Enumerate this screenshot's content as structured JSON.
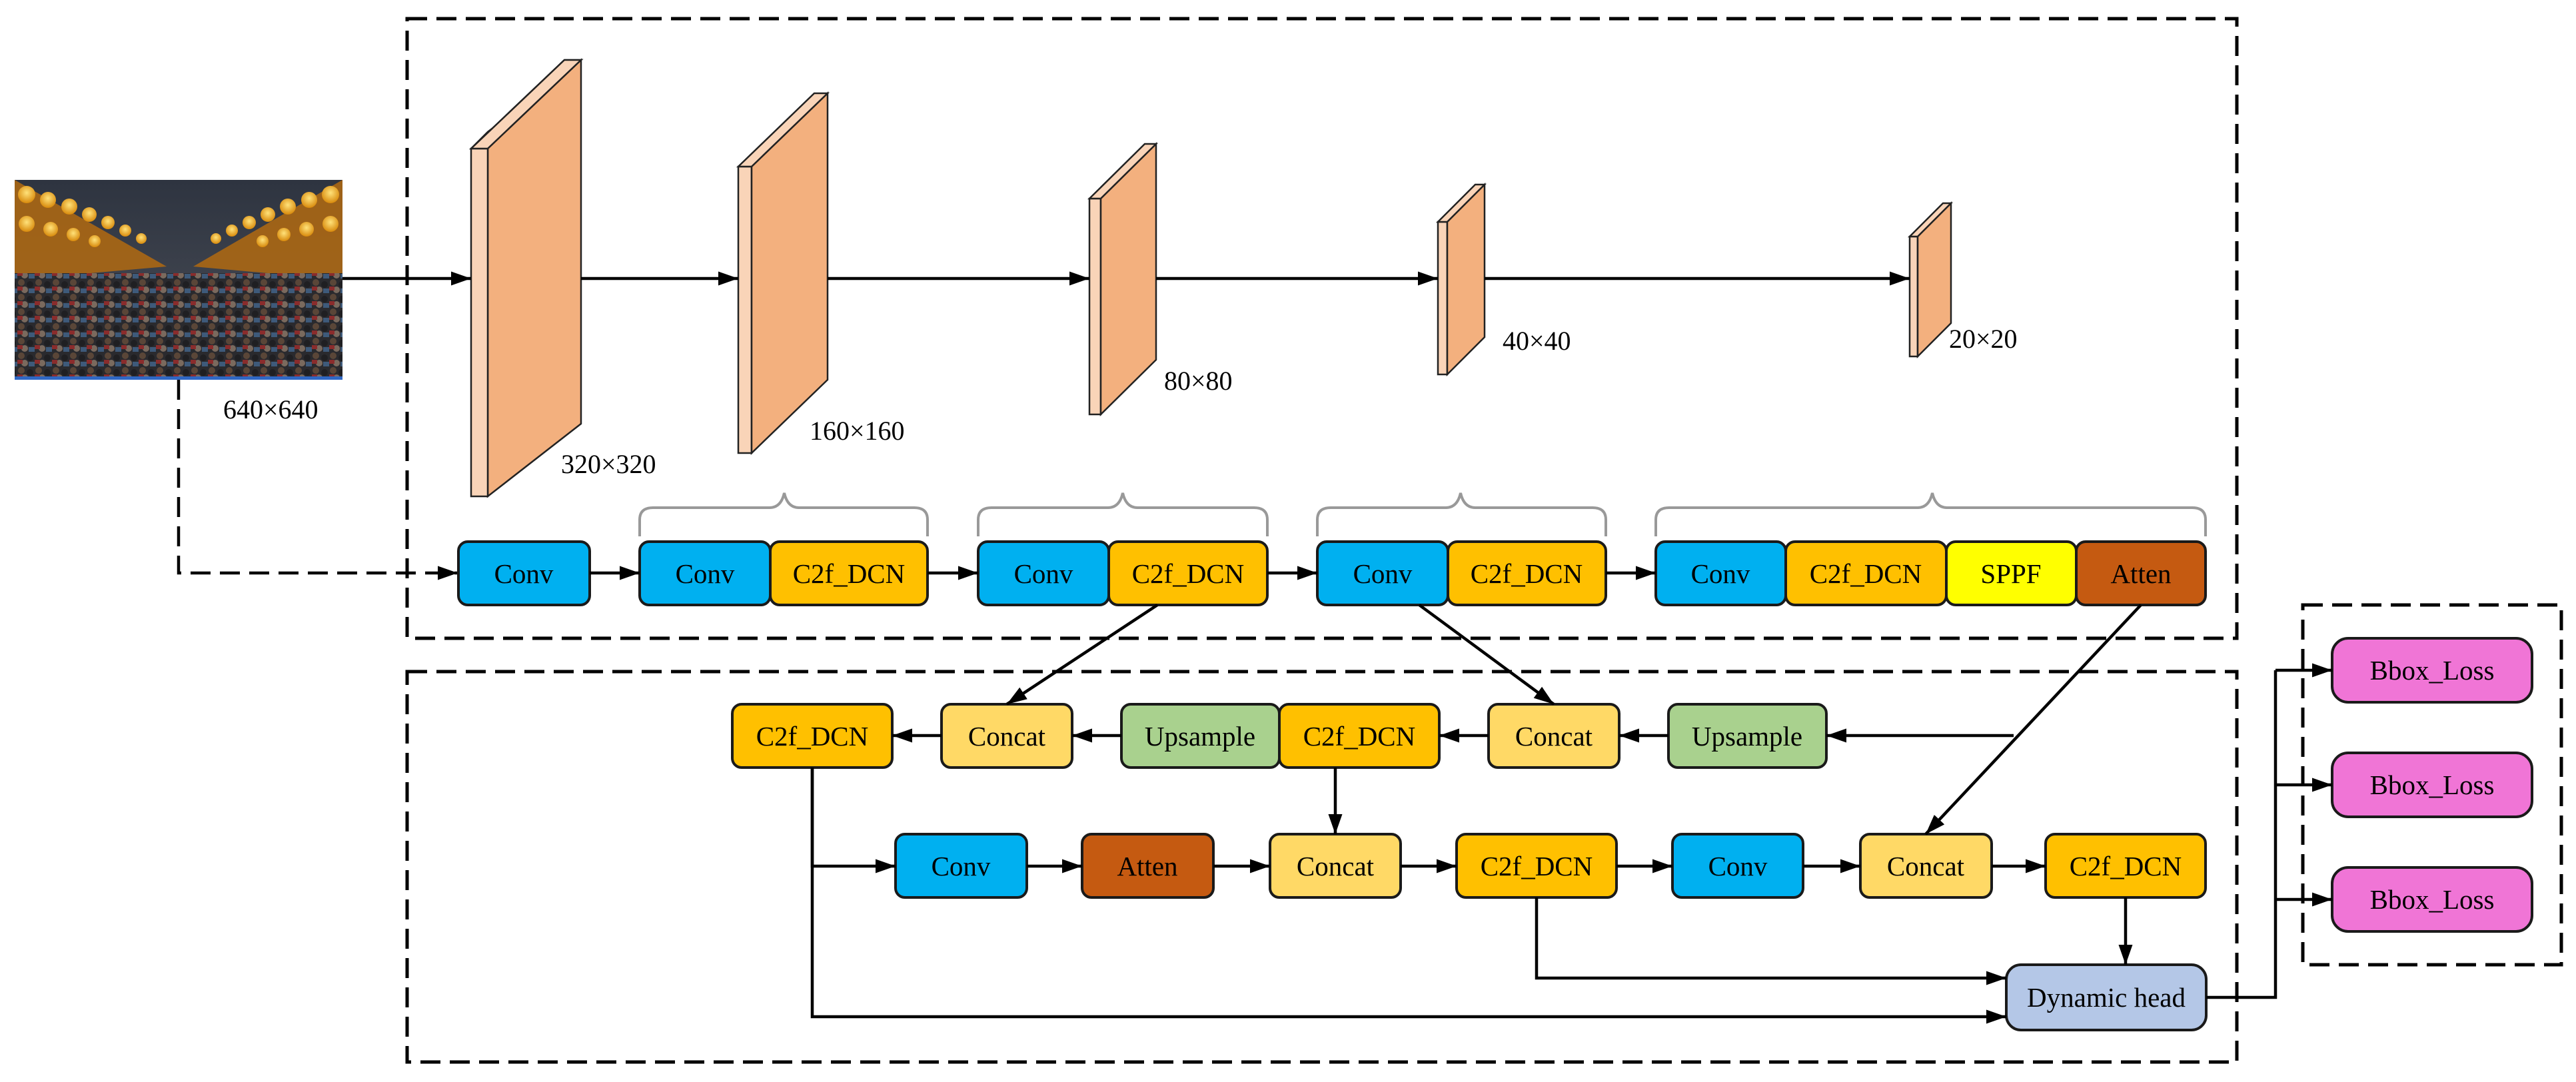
{
  "colors": {
    "conv": "#00b0f0",
    "c2f_dcn": "#ffc000",
    "sppf": "#ffff00",
    "atten": "#c55a11",
    "concat": "#ffd966",
    "upsample": "#a9d18e",
    "dynamic_head": "#b4c7e7",
    "bbox_loss": "#f075d6",
    "feature_front": "#f3b07e",
    "feature_side": "#f9d4b8"
  },
  "input": {
    "image_icon": "street-photo",
    "size_label": "640×640"
  },
  "feature_maps": [
    {
      "label": "320×320"
    },
    {
      "label": "160×160"
    },
    {
      "label": "80×80"
    },
    {
      "label": "40×40"
    },
    {
      "label": "20×20"
    }
  ],
  "backbone": {
    "conv0": "Conv",
    "stage1": {
      "conv": "Conv",
      "c2f": "C2f_DCN"
    },
    "stage2": {
      "conv": "Conv",
      "c2f": "C2f_DCN"
    },
    "stage3": {
      "conv": "Conv",
      "c2f": "C2f_DCN"
    },
    "stage4": {
      "conv": "Conv",
      "c2f": "C2f_DCN",
      "sppf": "SPPF",
      "atten": "Atten"
    }
  },
  "neck": {
    "row1": {
      "c2f_left": "C2f_DCN",
      "concat_left": "Concat",
      "upsample_left": "Upsample",
      "c2f_mid": "C2f_DCN",
      "concat_right": "Concat",
      "upsample_right": "Upsample"
    },
    "row2": {
      "conv_a": "Conv",
      "atten": "Atten",
      "concat_a": "Concat",
      "c2f_a": "C2f_DCN",
      "conv_b": "Conv",
      "concat_b": "Concat",
      "c2f_b": "C2f_DCN"
    },
    "dynamic_head": "Dynamic head"
  },
  "losses": [
    "Bbox_Loss",
    "Bbox_Loss",
    "Bbox_Loss"
  ]
}
